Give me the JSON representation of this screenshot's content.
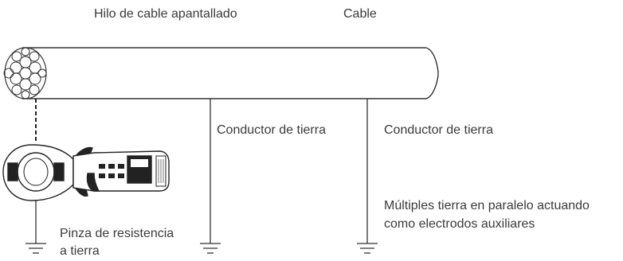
{
  "labels": {
    "shielded_wire": "Hilo de cable apantallado",
    "cable": "Cable",
    "ground_conductor_1": "Conductor de tierra",
    "ground_conductor_2": "Conductor de tierra",
    "multiple_grounds_line1": "Múltiples tierra en paralelo actuando",
    "multiple_grounds_line2": "como electrodos auxiliares",
    "clamp_line1": "Pinza de resistencia",
    "clamp_line2": "a tierra"
  }
}
